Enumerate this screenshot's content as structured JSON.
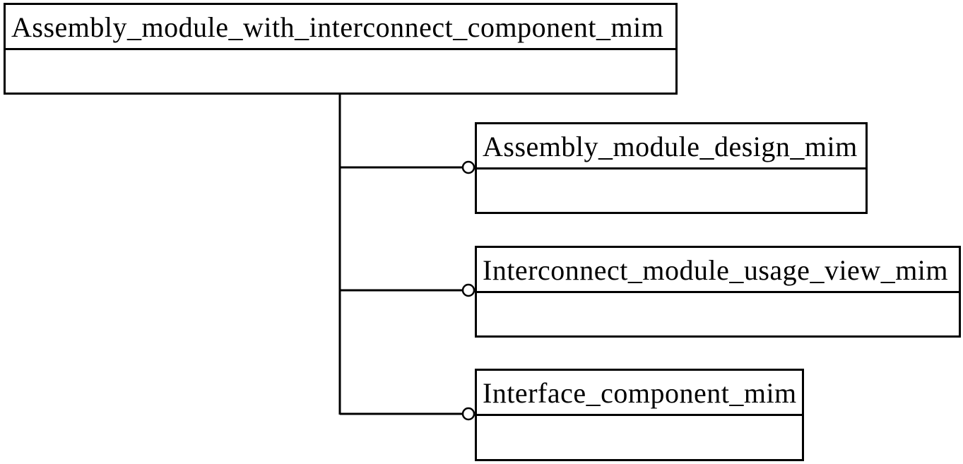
{
  "diagram": {
    "parent": {
      "name": "Assembly_module_with_interconnect_component_mim"
    },
    "children": [
      {
        "name": "Assembly_module_design_mim"
      },
      {
        "name": "Interconnect_module_usage_view_mim"
      },
      {
        "name": "Interface_component_mim"
      }
    ]
  }
}
